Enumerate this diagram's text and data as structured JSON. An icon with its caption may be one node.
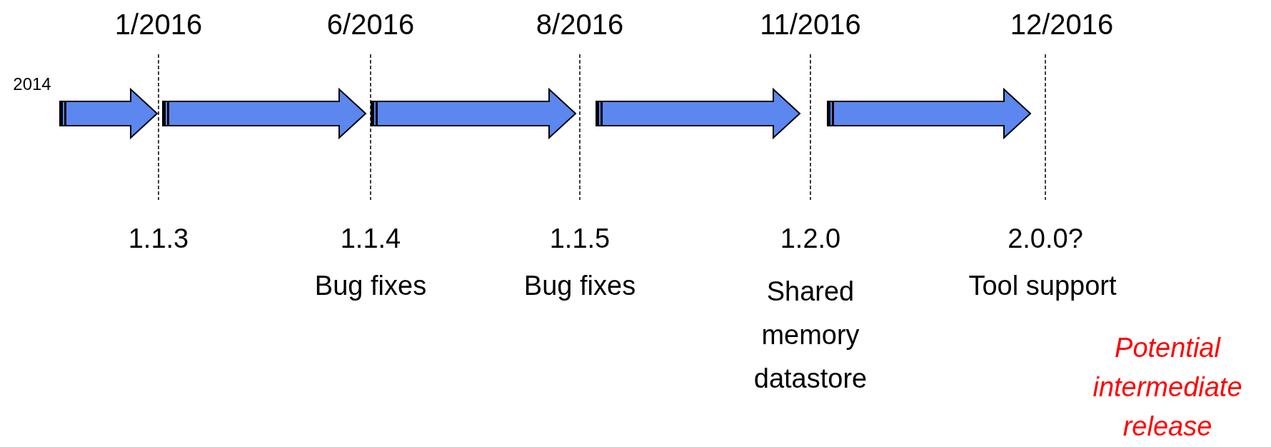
{
  "diagram": {
    "labels": [
      "1/2016",
      "6/2016",
      "8/2016",
      "11/2016",
      "12/2016",
      "2014",
      "1.1.3",
      "1.1.4",
      "1.1.5",
      "1.2.0",
      "2.0.0?",
      "Bug fixes",
      "Bug fixes",
      "Shared memory datastore",
      "Tool support",
      "Potential intermediate release"
    ]
  }
}
